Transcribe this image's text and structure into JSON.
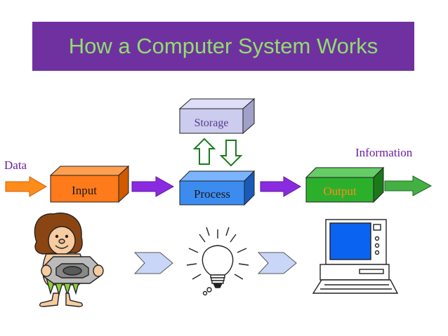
{
  "title": "How a Computer System Works",
  "labels": {
    "data": "Data",
    "information": "Information",
    "storage": "Storage",
    "input": "Input",
    "process": "Process",
    "output": "Output"
  },
  "colors": {
    "title_bg": "#7031A0",
    "title_text": "#8EE06A",
    "storage": "#CCCCEE",
    "input": "#FF7A1A",
    "process": "#3C8CF0",
    "output": "#2CB02C",
    "arrow_purple": "#8A2BE2",
    "arrow_orange": "#FF8C1A",
    "arrow_green": "#44B044",
    "label_text": "#6A1FA0"
  },
  "icons": [
    "caveman-holding-disk-icon",
    "chevron-arrow-icon",
    "lightbulb-icon",
    "chevron-arrow-icon",
    "computer-icon"
  ]
}
